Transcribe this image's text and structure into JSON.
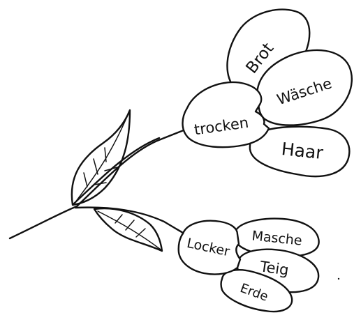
{
  "flowers": [
    {
      "center": "trocken",
      "petals": [
        "Brot",
        "Wäsche",
        "Haar"
      ]
    },
    {
      "center": "Locker",
      "petals": [
        "Masche",
        "Teig",
        "Erde"
      ]
    }
  ],
  "colors": {
    "ink": "#111111",
    "paper": "#ffffff"
  }
}
